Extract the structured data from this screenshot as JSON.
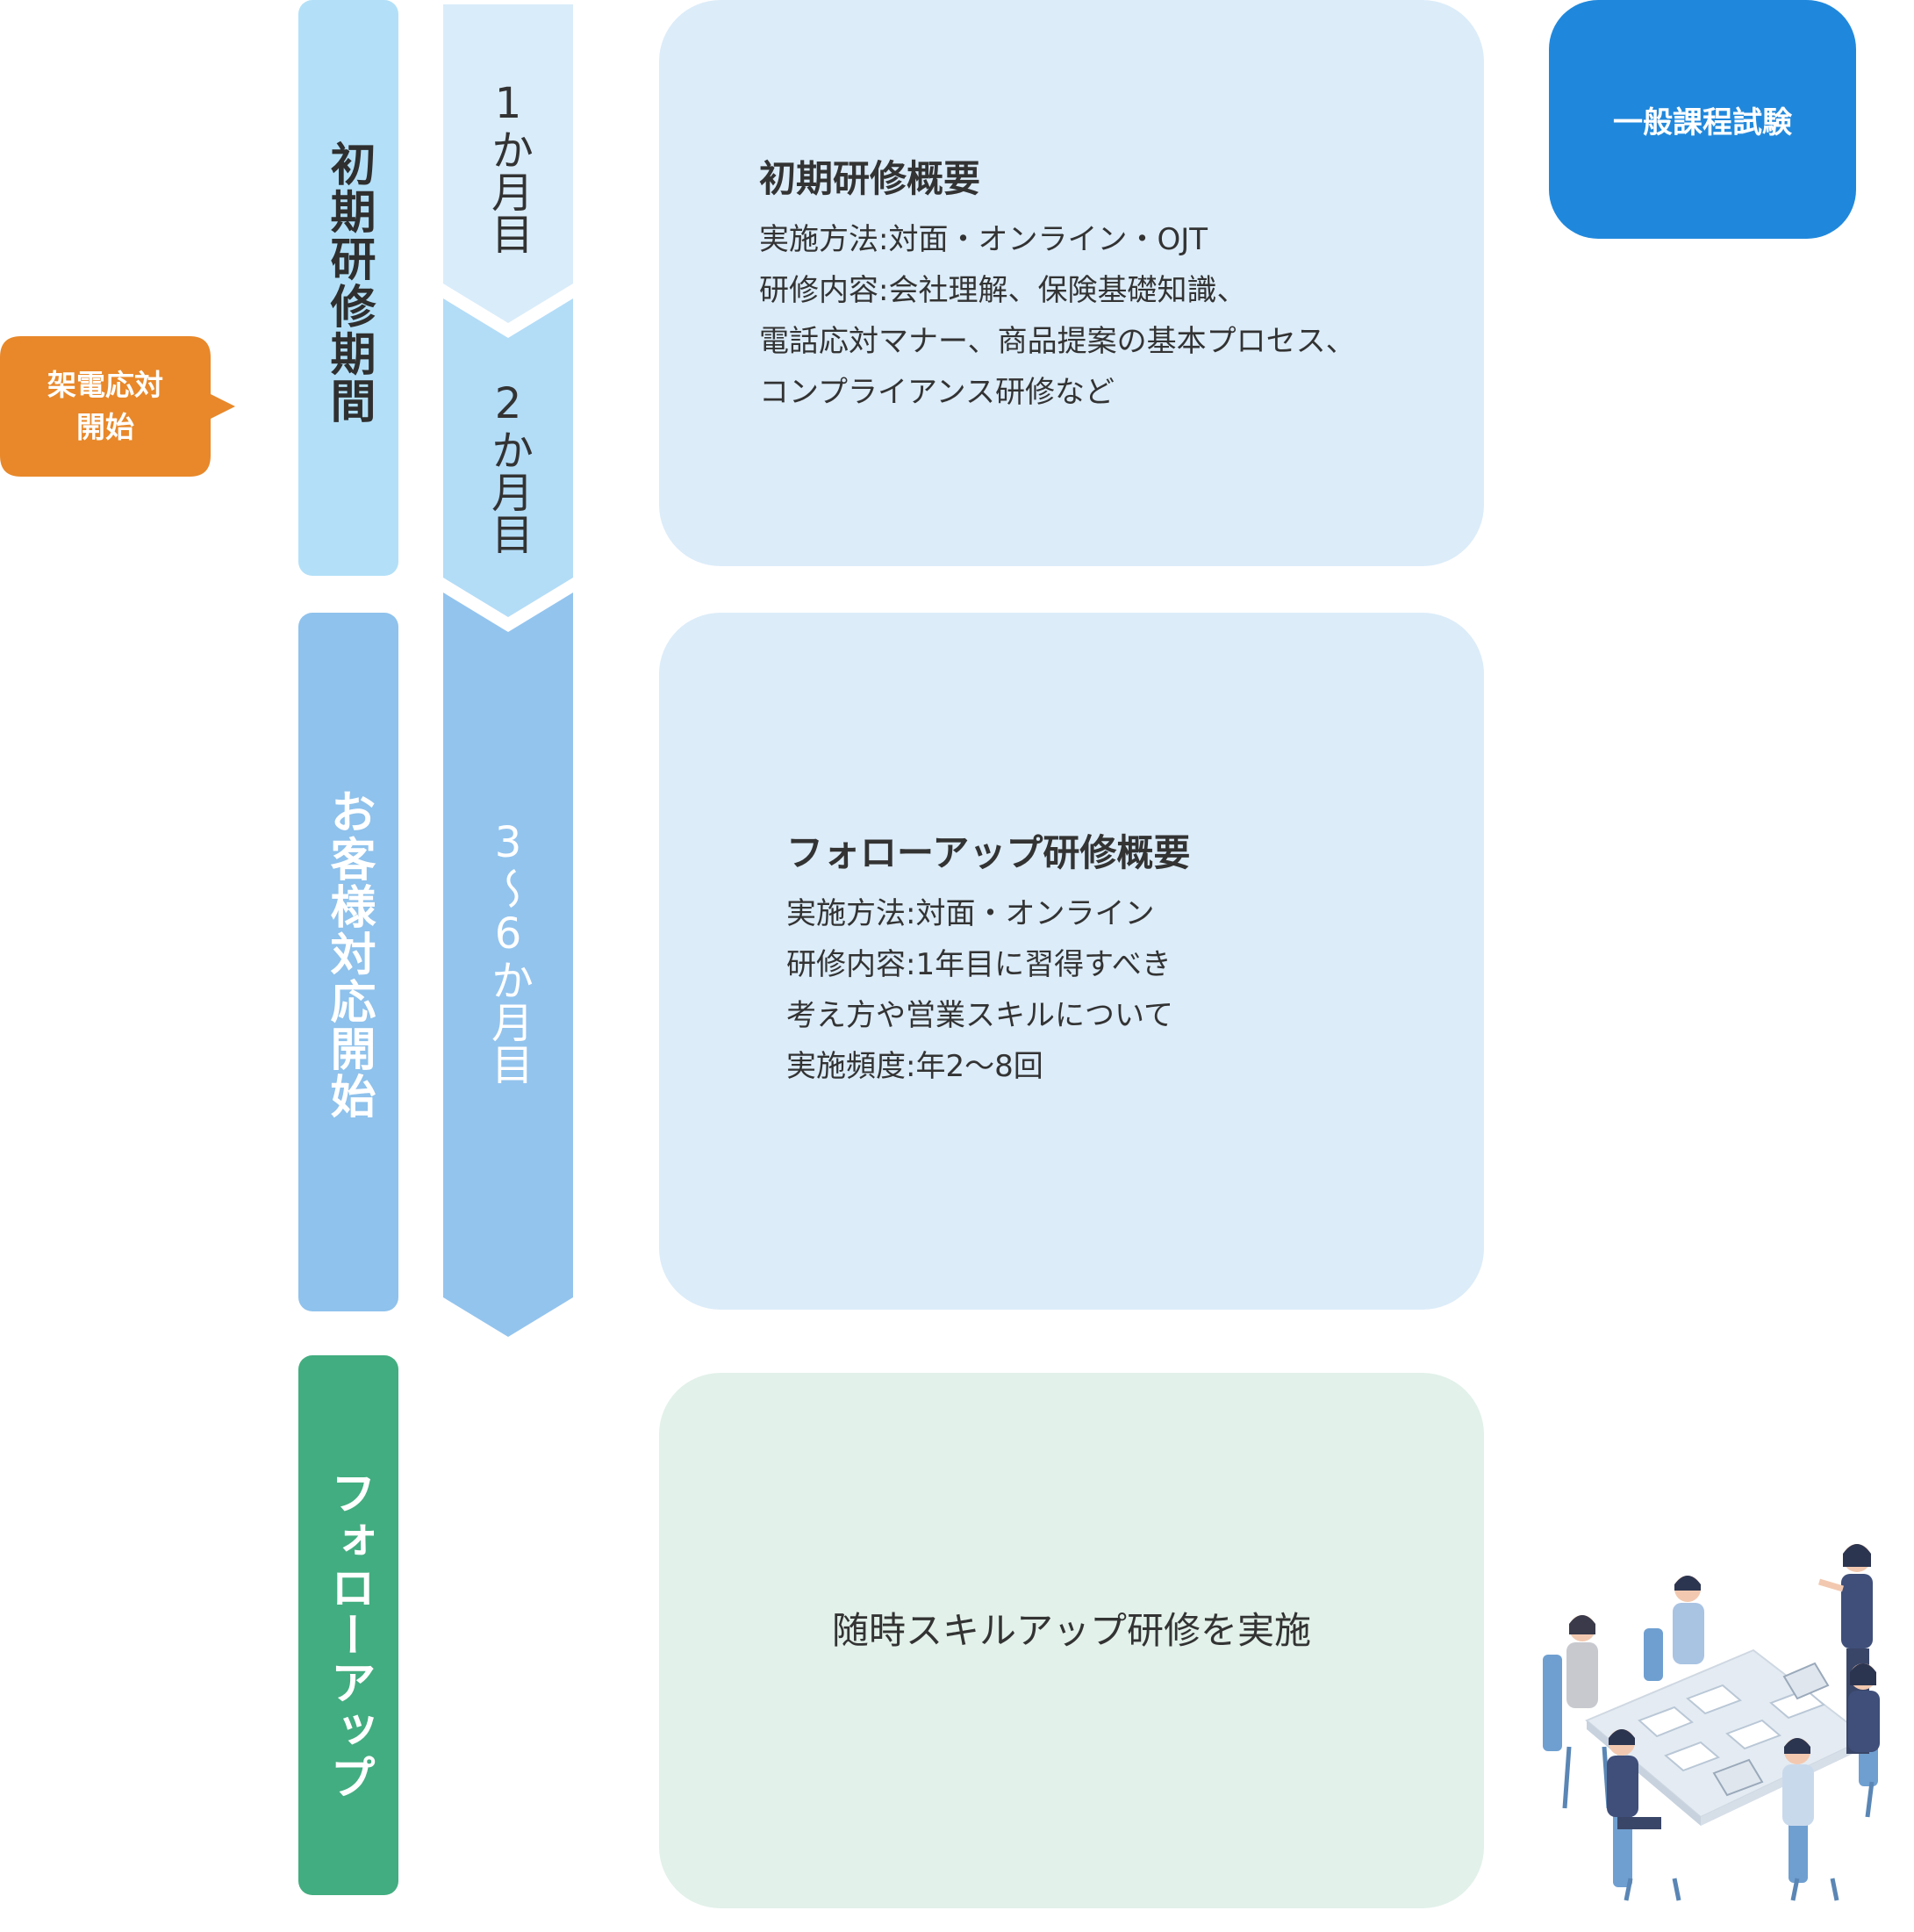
{
  "colors": {
    "initial_bar": "#b3e0f8",
    "customer_bar": "#8fc2ec",
    "follow_bar": "#42ad80",
    "chevron_light": "#d9ecfa",
    "chevron_mid": "#b3dcf7",
    "chevron_dark": "#93c4ee",
    "card_blue": "#dcecf9",
    "card_green": "#e2f1ea",
    "exam": "#2088dc",
    "callout": "#e8882a"
  },
  "phases": {
    "initial": "初期研修期間",
    "customer": "お客様対応開始",
    "follow": "フォローアップ"
  },
  "months": {
    "m1": "1か月目",
    "m2": "2か月目",
    "m3": "3〜6か月目"
  },
  "callout": {
    "line1": "架電応対",
    "line2": "開始"
  },
  "exam": {
    "label": "一般課程試験"
  },
  "initial_card": {
    "title": "初期研修概要",
    "lines": [
      "実施方法:対面・オンライン・OJT",
      "研修内容:会社理解、保険基礎知識、",
      "電話応対マナー、商品提案の基本プロセス、",
      "コンプライアンス研修など"
    ]
  },
  "follow_card": {
    "title": "フォローアップ研修概要",
    "lines": [
      "実施方法:対面・オンライン",
      "研修内容:1年目に習得すべき",
      "考え方や営業スキルについて",
      "実施頻度:年2〜8回"
    ]
  },
  "skill_card": {
    "text": "随時スキルアップ研修を実施"
  },
  "illustration": {
    "icon": "team-meeting-illustration"
  }
}
